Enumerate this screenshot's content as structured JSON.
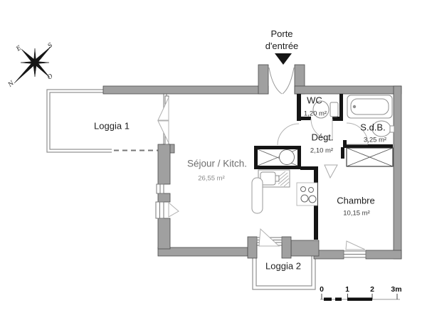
{
  "entrance": {
    "line1": "Porte",
    "line2": "d'entrée"
  },
  "compass": {
    "e": "E",
    "s": "S",
    "o": "O",
    "n": "N"
  },
  "rooms": {
    "loggia1": {
      "name": "Loggia 1"
    },
    "sejour": {
      "name": "Séjour / Kitch.",
      "area": "26,55 m²"
    },
    "wc": {
      "name": "WC",
      "area": "1,20 m²"
    },
    "degt": {
      "name": "Dégt.",
      "area": "2,10 m²"
    },
    "sdb": {
      "name": "S.d.B.",
      "area": "3,25 m²"
    },
    "chambre": {
      "name": "Chambre",
      "area": "10,15 m²"
    },
    "loggia2": {
      "name": "Loggia 2"
    }
  },
  "scale_bar": {
    "t0": "0",
    "t1": "1",
    "t2": "2",
    "t3": "3m"
  },
  "colors": {
    "wall_fill": "#a0a0a0",
    "wall_stroke": "#4a4a4a",
    "partition": "#151515",
    "fixture_line": "#8f8f8f",
    "swing_line": "#b3b3b3",
    "text": "#1f1f1f"
  }
}
